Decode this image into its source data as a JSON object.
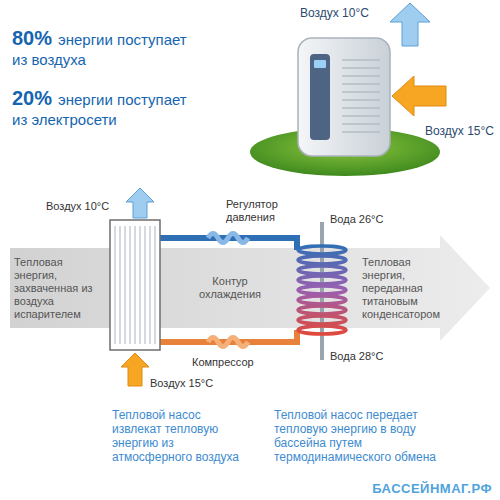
{
  "diagram": {
    "nodes": [
      {
        "text": [
          "Тепловая энергия, захваченная из воздуха испарителем",
          "Контур охлаждения",
          "Тепловая энергия, переданная титановым конденсатором"
        ]
      }
    ],
    "labels": [
      "80%",
      "энергии поступает из воздуха",
      "20%",
      "энергии поступает из электросети",
      "Воздух 10°C",
      "Воздух 15°C",
      "Воздух 10°C",
      "Регулятор давления",
      "Вода 26°C",
      "Вода 28°C",
      "Компрессор",
      "Воздух 15°C",
      "Тепловой насос извлекат тепловую энергию из атмосферного воздуха",
      "Тепловой насос передает тепловую энергию в воду бассейна путем термодинамического обмена",
      "БАССЕЙНМАГ.РФ"
    ]
  }
}
